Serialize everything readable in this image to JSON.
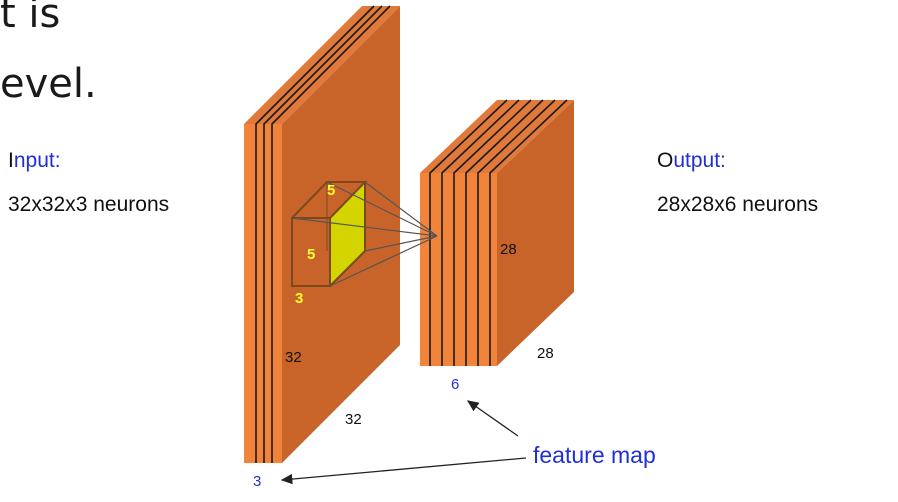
{
  "title": {
    "line1_fragment": "t is",
    "line2_fragment": "evel."
  },
  "input": {
    "label_first": "I",
    "label_rest": "nput:",
    "size": "32x32x3  neurons"
  },
  "output": {
    "label_first": "O",
    "label_rest": "utput:",
    "size": "28x28x6  neurons"
  },
  "kernel": {
    "depth_top": "5",
    "height": "5",
    "channels": "3"
  },
  "input_volume": {
    "height": "32",
    "width": "32",
    "depth": "3"
  },
  "output_volume": {
    "height": "28",
    "width": "28",
    "depth": "6"
  },
  "annotation": {
    "label": "feature map"
  },
  "colors": {
    "slab_front": "#f2833a",
    "slab_side": "#c8642a",
    "slab_top": "#e0793a",
    "kernel_fill": "#d4d400",
    "kernel_label": "#ffff33",
    "blue_text": "#1f2fd6"
  }
}
